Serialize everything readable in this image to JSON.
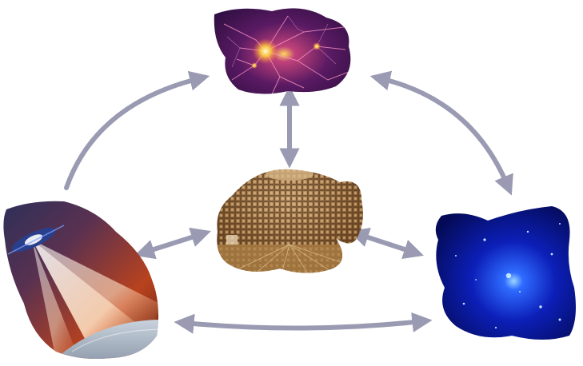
{
  "diagram": {
    "arrow_color": "#9a9bb3",
    "nodes": [
      {
        "id": "cosmic-web",
        "icon": "cosmic-web-simulation-image"
      },
      {
        "id": "neutrino-detector",
        "icon": "underground-detector-image"
      },
      {
        "id": "particle-beam",
        "icon": "particle-jet-image"
      },
      {
        "id": "dark-matter-halo",
        "icon": "blue-galaxy-halo-image"
      }
    ],
    "edges": [
      {
        "from": "particle-beam",
        "to": "cosmic-web",
        "bidirectional": false
      },
      {
        "from": "cosmic-web",
        "to": "dark-matter-halo",
        "bidirectional": true
      },
      {
        "from": "cosmic-web",
        "to": "neutrino-detector",
        "bidirectional": true
      },
      {
        "from": "neutrino-detector",
        "to": "particle-beam",
        "bidirectional": true
      },
      {
        "from": "neutrino-detector",
        "to": "dark-matter-halo",
        "bidirectional": true
      },
      {
        "from": "particle-beam",
        "to": "dark-matter-halo",
        "bidirectional": true
      }
    ]
  }
}
